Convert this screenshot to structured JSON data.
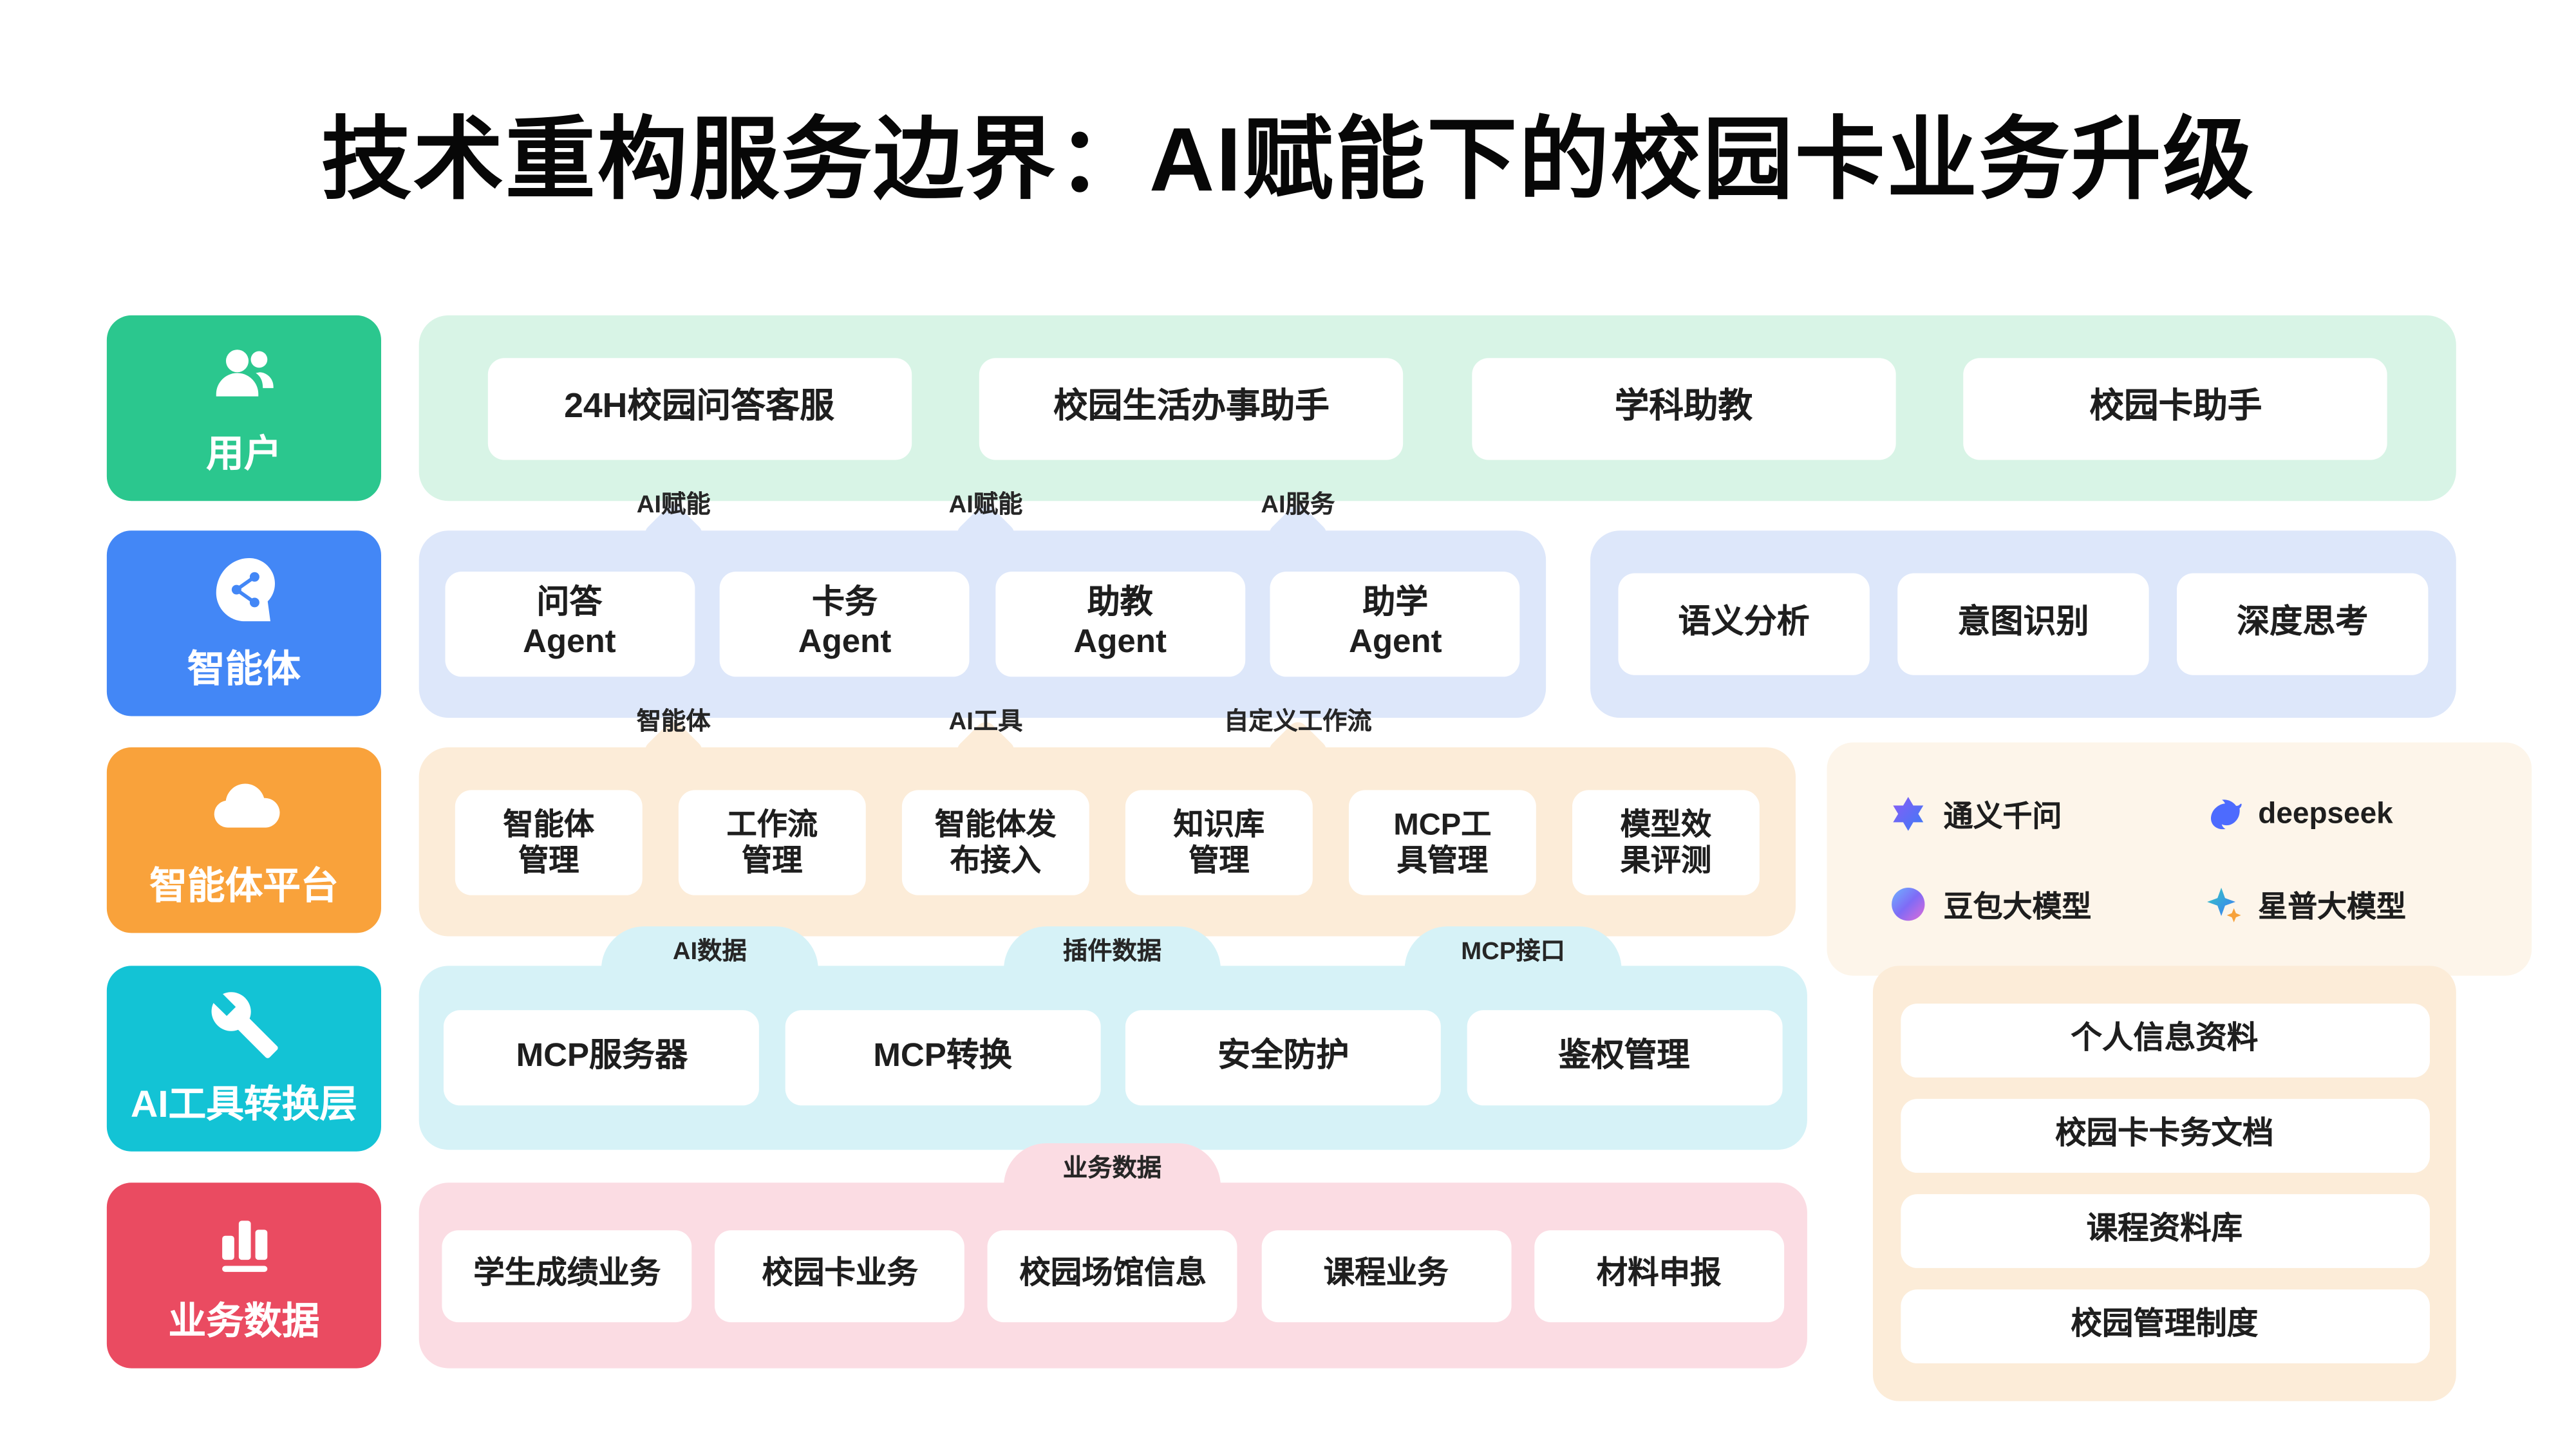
{
  "title": "技术重构服务边界：AI赋能下的校园卡业务升级",
  "layers": [
    {
      "label": "用户",
      "icon": "users-icon",
      "color": "#2BC78E"
    },
    {
      "label": "智能体",
      "icon": "agent-head-icon",
      "color": "#4387F6"
    },
    {
      "label": "智能体平台",
      "icon": "cloud-icon",
      "color": "#F9A23B"
    },
    {
      "label": "AI工具转换层",
      "icon": "wrench-icon",
      "color": "#13C3D5"
    },
    {
      "label": "业务数据",
      "icon": "bar-chart-icon",
      "color": "#EA4B61"
    }
  ],
  "user_row": {
    "tint": "#D8F4E6",
    "items": [
      "24H校园问答客服",
      "校园生活办事助手",
      "学科助教",
      "校园卡助手"
    ]
  },
  "agent_row": {
    "tint": "#DDE7FA",
    "connectors": [
      "AI赋能",
      "AI赋能",
      "AI服务"
    ],
    "agents": [
      "问答\nAgent",
      "卡务\nAgent",
      "助教\nAgent",
      "助学\nAgent"
    ],
    "capabilities": [
      "语义分析",
      "意图识别",
      "深度思考"
    ]
  },
  "platform_row": {
    "tint": "#FCECD8",
    "models_tint": "#FDF5EA",
    "connectors": [
      "智能体",
      "AI工具",
      "自定义工作流"
    ],
    "items": [
      "智能体\n管理",
      "工作流\n管理",
      "智能体发\n布接入",
      "知识库\n管理",
      "MCP工\n具管理",
      "模型效\n果评测"
    ],
    "models": [
      {
        "name": "通义千问",
        "icon": "tongyi-icon"
      },
      {
        "name": "deepseek",
        "icon": "deepseek-icon"
      },
      {
        "name": "豆包大模型",
        "icon": "doubao-icon"
      },
      {
        "name": "星普大模型",
        "icon": "xingpu-icon"
      }
    ]
  },
  "mcp_row": {
    "tint": "#D6F2F7",
    "connectors": [
      "AI数据",
      "插件数据",
      "MCP接口"
    ],
    "items": [
      "MCP服务器",
      "MCP转换",
      "安全防护",
      "鉴权管理"
    ]
  },
  "business_row": {
    "tint": "#FBDCE3",
    "connectors": [
      "业务数据"
    ],
    "items": [
      "学生成绩业务",
      "校园卡业务",
      "校园场馆信息",
      "课程业务",
      "材料申报"
    ]
  },
  "knowledge_panel": {
    "tint": "#FCECD8",
    "items": [
      "个人信息资料",
      "校园卡卡务文档",
      "课程资料库",
      "校园管理制度"
    ]
  }
}
